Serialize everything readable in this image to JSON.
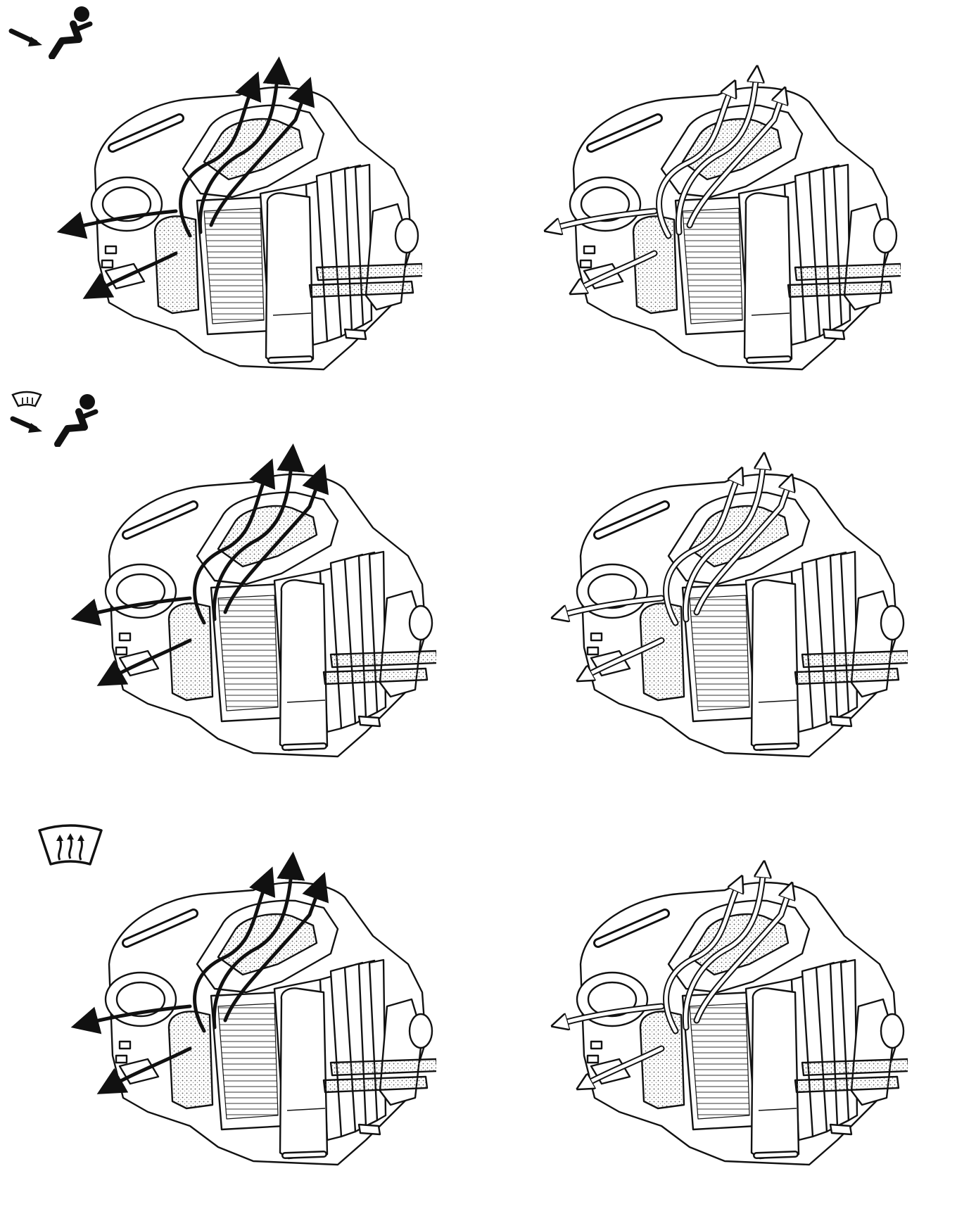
{
  "diagram": {
    "rows": [
      {
        "mode": "vent-to-face",
        "mode_icon": "arrow-to-seated-person-icon",
        "panels": [
          {
            "airflow": "solid-dark-arrows",
            "outlets": 5
          },
          {
            "airflow": "hollow-outline-arrows",
            "outlets": 5
          }
        ]
      },
      {
        "mode": "defrost-and-face",
        "mode_icon": "windshield-and-seated-person-icon",
        "panels": [
          {
            "airflow": "solid-dark-arrows",
            "outlets": 5
          },
          {
            "airflow": "hollow-outline-arrows",
            "outlets": 5
          }
        ]
      },
      {
        "mode": "windshield-defrost",
        "mode_icon": "windshield-defrost-icon",
        "panels": [
          {
            "airflow": "solid-dark-arrows",
            "outlets": 5
          },
          {
            "airflow": "hollow-outline-arrows",
            "outlets": 5
          }
        ]
      }
    ],
    "colors": {
      "line": "#111111",
      "background": "#ffffff",
      "stipple": "#555555"
    }
  }
}
